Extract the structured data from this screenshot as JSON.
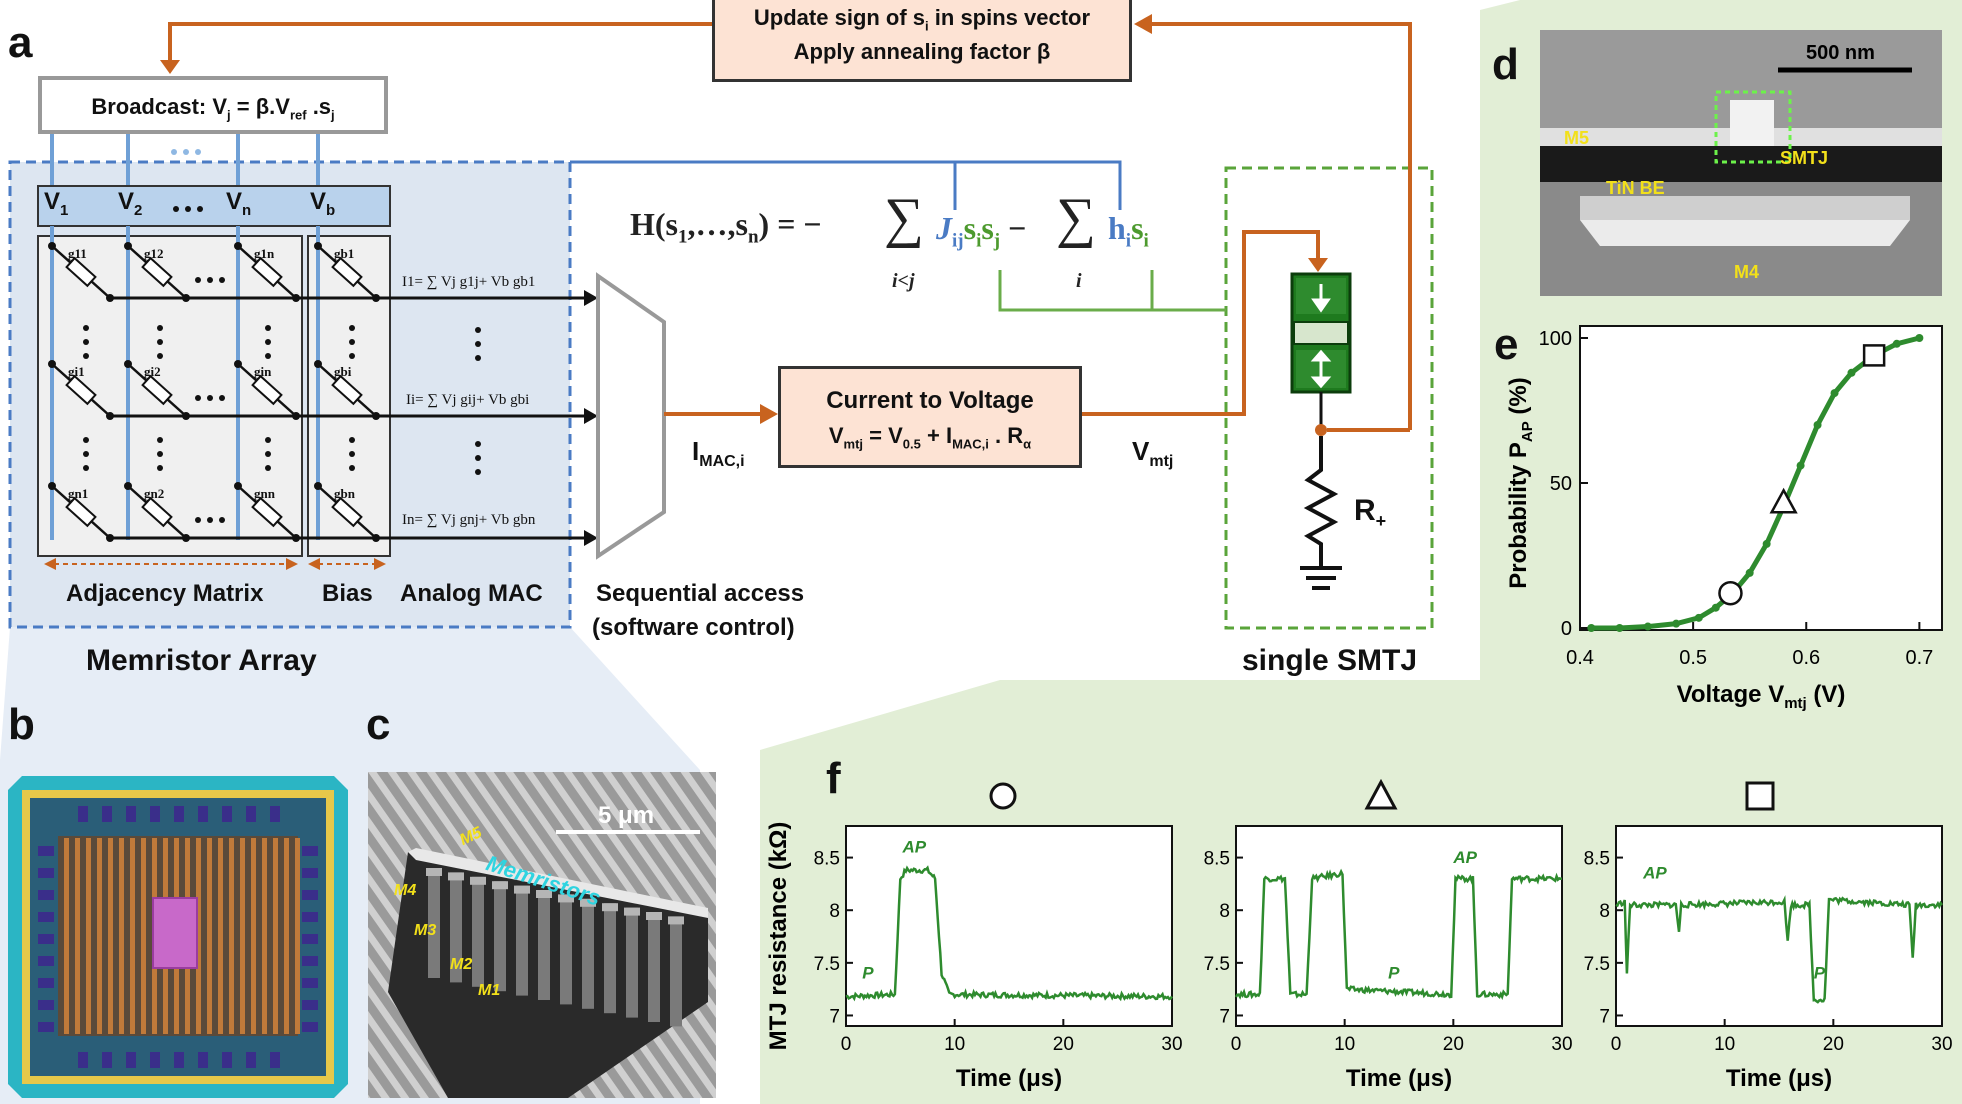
{
  "panels": {
    "a": "a",
    "b": "b",
    "c": "c",
    "d": "d",
    "e": "e",
    "f": "f"
  },
  "panel_a": {
    "update_box": [
      "Update sign of s",
      "i",
      " in spins vector",
      "Apply annealing factor β"
    ],
    "broadcast": {
      "text": "Broadcast: V",
      "sub1": "j",
      "mid": " = β.V",
      "sub2": "ref",
      "end": " .s",
      "sub3": "j"
    },
    "dots": "•••",
    "voltages": [
      {
        "v": "V",
        "s": "1"
      },
      {
        "v": "V",
        "s": "2"
      },
      {
        "v": "V",
        "s": "n"
      },
      {
        "v": "V",
        "s": "b"
      }
    ],
    "conductances": [
      [
        "g11",
        "g12",
        "g1n",
        "gb1"
      ],
      [
        "gi1",
        "gi2",
        "gin",
        "gbi"
      ],
      [
        "gn1",
        "gn2",
        "gnn",
        "gbn"
      ]
    ],
    "currents": [
      "I1= ∑ Vj g1j+ Vb gb1",
      "Ii= ∑ Vj gij+ Vb gbi",
      "In= ∑ Vj gnj+ Vb gbn"
    ],
    "labels": {
      "adjacency": "Adjacency Matrix",
      "bias": "Bias",
      "analog_mac": "Analog MAC",
      "memristor_array": "Memristor Array",
      "sequential": "Sequential access",
      "software": "(software control)",
      "single_smtj": "single SMTJ"
    },
    "hamiltonian": {
      "lhs": "H(s",
      "lhs_sub1": "1",
      "lhs_mid": ",…,s",
      "lhs_sub2": "n",
      "lhs_end": ") = −",
      "sum": "∑",
      "sub_ij": "i<j",
      "J": "J",
      "J_sub": "ij",
      "s": "s",
      "s_sub_i": "i",
      "s_sub_j": "j",
      "minus": " −",
      "sub_i": "i",
      "h": "h",
      "h_sub": "i"
    },
    "c2v": {
      "title": "Current to Voltage",
      "formula": "V",
      "f_sub1": "mtj",
      "f_mid": " = V",
      "f_sub2": "0.5",
      "f_mid2": " + I",
      "f_sub3": "MAC,i",
      "f_end": " . R",
      "f_sub4": "α"
    },
    "imac": {
      "t": "I",
      "sub": "MAC,i"
    },
    "vmtj": {
      "t": "V",
      "sub": "mtj"
    },
    "rplus": {
      "t": "R",
      "sub": "+"
    }
  },
  "panel_c": {
    "scale": "5 μm",
    "layers": [
      "M5",
      "M4",
      "M3",
      "M2",
      "M1"
    ],
    "memristors": "Memristors"
  },
  "panel_d": {
    "scale": "500 nm",
    "labels": [
      "M5",
      "SMTJ",
      "TiN BE",
      "M4"
    ]
  },
  "colors": {
    "orange": "#c8631f",
    "blue": "#4a7bc4",
    "green": "#4d9a2e",
    "dark_green": "#2e8b2e",
    "box_fill": "#fde3d4",
    "blue_bg": "#dce6f2",
    "green_bg": "#e3efd6"
  },
  "chart_data": [
    {
      "type": "line",
      "title": "",
      "xlabel": "Voltage V",
      "xlabel_sub": "mtj",
      "xlabel_unit": " (V)",
      "ylabel": "Probability P",
      "ylabel_sub": "AP",
      "ylabel_unit": " (%)",
      "xlim": [
        0.4,
        0.72
      ],
      "ylim": [
        0,
        100
      ],
      "xticks": [
        "0.4",
        "0.5",
        "0.6",
        "0.7"
      ],
      "yticks": [
        "0",
        "50",
        "100"
      ],
      "x": [
        0.41,
        0.435,
        0.46,
        0.485,
        0.505,
        0.52,
        0.535,
        0.55,
        0.565,
        0.58,
        0.595,
        0.61,
        0.625,
        0.64,
        0.66,
        0.68,
        0.7
      ],
      "y": [
        0,
        0,
        0.5,
        1.5,
        3.5,
        7,
        12,
        19,
        29,
        42,
        56,
        70,
        81,
        88,
        94,
        98,
        100
      ],
      "markers": [
        {
          "shape": "circle",
          "x": 0.533,
          "y": 12
        },
        {
          "shape": "triangle",
          "x": 0.58,
          "y": 43
        },
        {
          "shape": "square",
          "x": 0.66,
          "y": 94
        }
      ]
    },
    {
      "type": "line",
      "marker_title": "circle",
      "xlabel": "Time (μs)",
      "ylabel": "MTJ resistance (kΩ)",
      "xlim": [
        0,
        30
      ],
      "ylim": [
        6.9,
        8.8
      ],
      "xticks": [
        "0",
        "10",
        "20",
        "30"
      ],
      "yticks": [
        "7",
        "7.5",
        "8",
        "8.5"
      ],
      "state_labels": [
        {
          "t": "AP",
          "x": 5.2,
          "y": 8.55
        },
        {
          "t": "P",
          "x": 1.5,
          "y": 7.35
        }
      ],
      "segments": [
        [
          0,
          7.18
        ],
        [
          4.5,
          7.2
        ],
        [
          5.0,
          8.3
        ],
        [
          5.5,
          8.38
        ],
        [
          7.5,
          8.38
        ],
        [
          8.2,
          8.3
        ],
        [
          8.8,
          7.4
        ],
        [
          9.5,
          7.2
        ],
        [
          30,
          7.18
        ]
      ]
    },
    {
      "type": "line",
      "marker_title": "triangle",
      "xlabel": "Time (μs)",
      "xlim": [
        0,
        30
      ],
      "ylim": [
        6.9,
        8.8
      ],
      "xticks": [
        "0",
        "10",
        "20",
        "30"
      ],
      "yticks": [
        "7",
        "7.5",
        "8",
        "8.5"
      ],
      "state_labels": [
        {
          "t": "AP",
          "x": 20,
          "y": 8.45
        },
        {
          "t": "P",
          "x": 14,
          "y": 7.35
        }
      ],
      "segments": [
        [
          0,
          7.2
        ],
        [
          2.2,
          7.2
        ],
        [
          2.6,
          8.3
        ],
        [
          4.5,
          8.3
        ],
        [
          5.0,
          7.2
        ],
        [
          6.5,
          7.2
        ],
        [
          7.0,
          8.3
        ],
        [
          9.8,
          8.35
        ],
        [
          10.2,
          7.25
        ],
        [
          19.8,
          7.2
        ],
        [
          20.2,
          8.3
        ],
        [
          21.8,
          8.3
        ],
        [
          22.2,
          7.2
        ],
        [
          25,
          7.2
        ],
        [
          25.4,
          8.3
        ],
        [
          30,
          8.3
        ]
      ]
    },
    {
      "type": "line",
      "marker_title": "square",
      "xlabel": "Time (μs)",
      "xlim": [
        0,
        30
      ],
      "ylim": [
        6.9,
        8.8
      ],
      "xticks": [
        "0",
        "10",
        "20",
        "30"
      ],
      "yticks": [
        "7",
        "7.5",
        "8",
        "8.5"
      ],
      "state_labels": [
        {
          "t": "AP",
          "x": 2.5,
          "y": 8.3
        },
        {
          "t": "P",
          "x": 18.2,
          "y": 7.35
        }
      ],
      "segments": [
        [
          0,
          8.05
        ],
        [
          0.8,
          8.08
        ],
        [
          1.0,
          7.4
        ],
        [
          1.3,
          8.05
        ],
        [
          5.5,
          8.05
        ],
        [
          5.8,
          7.8
        ],
        [
          6.0,
          8.05
        ],
        [
          15.5,
          8.08
        ],
        [
          15.8,
          7.7
        ],
        [
          16.1,
          8.05
        ],
        [
          17.8,
          8.05
        ],
        [
          18.2,
          7.15
        ],
        [
          19.2,
          7.15
        ],
        [
          19.6,
          8.1
        ],
        [
          27,
          8.05
        ],
        [
          27.3,
          7.55
        ],
        [
          27.6,
          8.05
        ],
        [
          30,
          8.05
        ]
      ]
    }
  ]
}
